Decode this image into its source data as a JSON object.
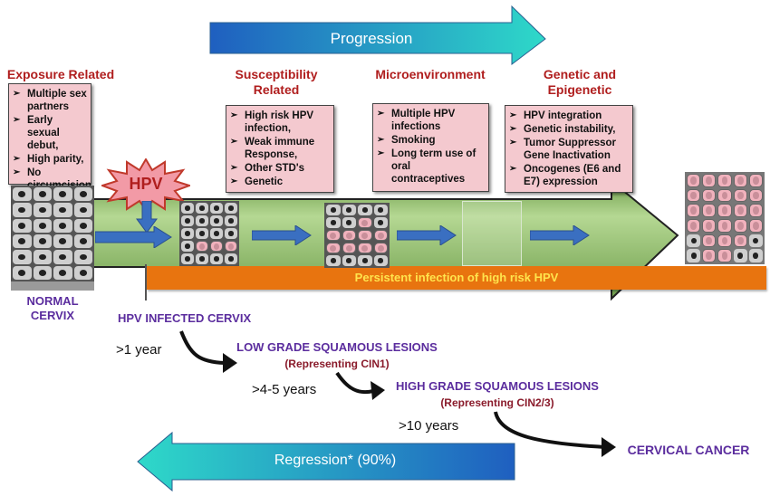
{
  "progression": {
    "label": "Progression"
  },
  "regression": {
    "label": "Regression* (90%)"
  },
  "hpv_badge": {
    "label": "HPV"
  },
  "persistent_bar": {
    "label": "Persistent infection of high risk HPV"
  },
  "categories": [
    {
      "title": "Exposure Related",
      "items": [
        "Multiple sex partners",
        "Early sexual debut,",
        "High parity,",
        "No circumcision"
      ]
    },
    {
      "title": "Susceptibility Related",
      "items": [
        "High risk HPV infection,",
        "Weak immune Response,",
        "Other STD's",
        "Genetic"
      ]
    },
    {
      "title": "Microenvironment",
      "items": [
        "Multiple HPV infections",
        "Smoking",
        "Long term use of oral contraceptives"
      ]
    },
    {
      "title": "Genetic and Epigenetic",
      "items": [
        "HPV integration",
        "Genetic instability,",
        "Tumor Suppressor Gene Inactivation",
        "Oncogenes (E6 and E7) expression"
      ]
    }
  ],
  "stages": {
    "normal": "NORMAL CERVIX",
    "infected": "HPV INFECTED CERVIX",
    "low_grade": "LOW GRADE SQUAMOUS LESIONS",
    "low_grade_sub": "(Representing CIN1)",
    "high_grade": "HIGH GRADE SQUAMOUS LESIONS",
    "high_grade_sub": "(Representing CIN2/3)",
    "cancer": "CERVICAL CANCER"
  },
  "timeline": {
    "t1": ">1 year",
    "t2": ">4-5 years",
    "t3": ">10 years"
  },
  "colors": {
    "arrow_start": "#1f5fc0",
    "arrow_end": "#2ed9c9",
    "green_band": "#8fbf6a",
    "persistent_bar": "#e8740f",
    "persistent_text": "#ffe44d",
    "category_title": "#b01e1e",
    "box_fill": "#f4c9cf",
    "stage_purple": "#5b2d9e",
    "stage_maroon": "#8a1b2b"
  }
}
